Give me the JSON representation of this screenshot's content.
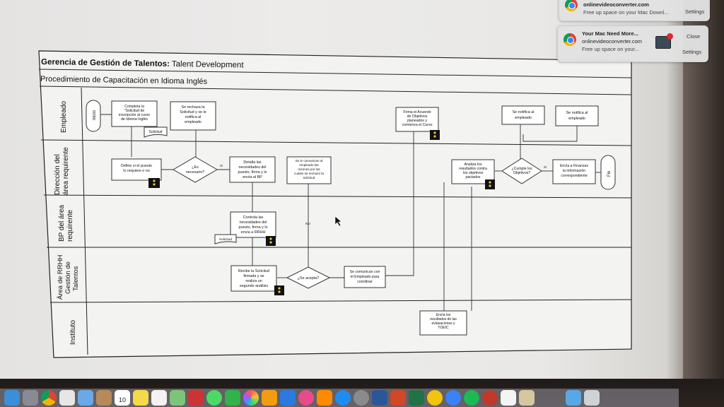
{
  "notifications": [
    {
      "site": "onlinevideoconverter.com",
      "body": "Free up space on your Mac Downl...",
      "action": "Settings"
    },
    {
      "title": "Your Mac Need More...",
      "site": "onlinevideoconverter.com",
      "body": "Free up space on your...",
      "close": "Close",
      "action": "Settings"
    }
  ],
  "diagram": {
    "title_bold": "Gerencia de Gestión de Talentos:",
    "title_rest": " Talent Development",
    "subtitle": "Procedimiento de Capacitación en Idioma Inglés",
    "lanes": {
      "l1": [
        "Empleado"
      ],
      "l2": [
        "Dirección del",
        "área requirente"
      ],
      "l3": [
        "BP del área",
        "requirente"
      ],
      "l4": [
        "Área de RRHH",
        "Gestión de",
        "Talentos"
      ],
      "l5": [
        "Instituto"
      ]
    },
    "start": "Inicio",
    "end": "Fin",
    "yes": "Si",
    "no": "NO",
    "nodes": {
      "n1": [
        "Completa la",
        "\"Solicitud de",
        "inscripción al curso",
        "de Idioma Inglés"
      ],
      "n1_doc": "Solicitud",
      "n2": [
        "Se rechaza la",
        "Solicitud y se le",
        "notifica al",
        "empleado"
      ],
      "n3": [
        "Define si el puesto",
        "lo requiere o no"
      ],
      "d1": [
        "¿Es",
        "necesario?"
      ],
      "n4": [
        "Detalla las",
        "necesidades del",
        "puesto, firma y lo",
        "envía al BP"
      ],
      "n5": [
        "Se le comunican al",
        "empleado las",
        "razones por las",
        "cuales se rechazo la",
        "solicitud"
      ],
      "n6": [
        "Controla las",
        "necesidades del",
        "puesto, firma y lo",
        "envía a RRHH"
      ],
      "n6_doc": "Solicitud",
      "n7": [
        "Recibe la Solicitud",
        "firmada y se",
        "realiza un",
        "segundo análisis"
      ],
      "d2": [
        "¿Se acepta?"
      ],
      "n8": [
        "Se comunican con",
        "el Empleado para",
        "coordinar"
      ],
      "n9": [
        "Firma el Acuerdo",
        "de Objetivos",
        "planeados y",
        "comienza el Curso"
      ],
      "n10": [
        "Analiza los",
        "resultados contra",
        "los objetivos",
        "pactados"
      ],
      "d3": [
        "¿Cumple los",
        "Objetivos?"
      ],
      "n11": [
        "Se notifica al",
        "empleado"
      ],
      "n12": [
        "Se notifica al",
        "empleado"
      ],
      "n13": [
        "Envía a Finanzas",
        "la información",
        "correspondiente"
      ],
      "n14": [
        "Envía los",
        "resultados de las",
        "evaluaciones y",
        "TOEIC"
      ]
    }
  },
  "dock": {
    "calendar_day": "10"
  },
  "colors": {
    "lane_border": "#222222",
    "box_fill": "#ffffff",
    "dock": "#9a9aa4"
  }
}
